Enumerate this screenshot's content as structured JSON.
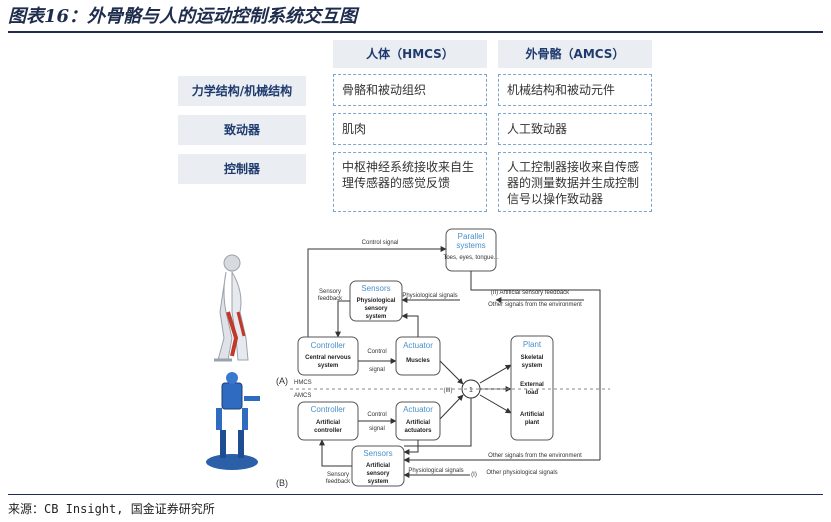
{
  "title": "图表16：外骨骼与人的运动控制系统交互图",
  "table": {
    "col_headers": [
      "人体（HMCS）",
      "外骨骼（AMCS）"
    ],
    "rows": [
      {
        "label": "力学结构/机械结构",
        "human": "骨骼和被动组织",
        "exo": "机械结构和被动元件"
      },
      {
        "label": "致动器",
        "human": "肌肉",
        "exo": "人工致动器"
      },
      {
        "label": "控制器",
        "human": "中枢神经系统接收来自生理传感器的感觉反馈",
        "exo": "人工控制器接收来自传感器的测量数据并生成控制信号以操作致动器"
      }
    ]
  },
  "diagram": {
    "parallel_systems": {
      "title": "Parallel systems",
      "sub": "Toes, eyes, tongue..."
    },
    "control_signal": "Control signal",
    "sensors_top": {
      "title": "Sensors",
      "l1": "Physiological",
      "l2": "sensory",
      "l3": "system"
    },
    "sensory_feedback": "Sensory feedback",
    "physiological_signals": "Physiological signals",
    "artificial_feedback": "(II) Artificial sensory feedback",
    "other_env_top": "Other signals from the environment",
    "controller_top": {
      "title": "Controller",
      "l1": "Central nervous",
      "l2": "system"
    },
    "control_signal_small": "Control signal",
    "actuator_top": {
      "title": "Actuator",
      "l1": "Muscles"
    },
    "plant": {
      "title": "Plant",
      "l1": "Skeletal",
      "l2": "system",
      "l3": "External",
      "l4": "load",
      "l5": "Artificial",
      "l6": "plant"
    },
    "label_a": "(A)",
    "label_b": "(B)",
    "hmcs": "HMCS",
    "amcs": "AMCS",
    "roman_three": "(III)",
    "roman_one": "(I)",
    "sum_symbol": "Σ",
    "controller_bottom": {
      "title": "Controller",
      "l1": "Artificial",
      "l2": "controller"
    },
    "actuator_bottom": {
      "title": "Actuator",
      "l1": "Artificial",
      "l2": "actuators"
    },
    "sensors_bottom": {
      "title": "Sensors",
      "l1": "Artificial",
      "l2": "sensory",
      "l3": "system"
    },
    "other_env_bottom": "Other signals from the environment",
    "other_physio": "Other physiological signals",
    "physio_bottom": "Physiological signals"
  },
  "source": "来源：CB Insight, 国金证券研究所",
  "colors": {
    "accent_blue": "#4a90c8",
    "title_navy": "#1f2d4d"
  }
}
